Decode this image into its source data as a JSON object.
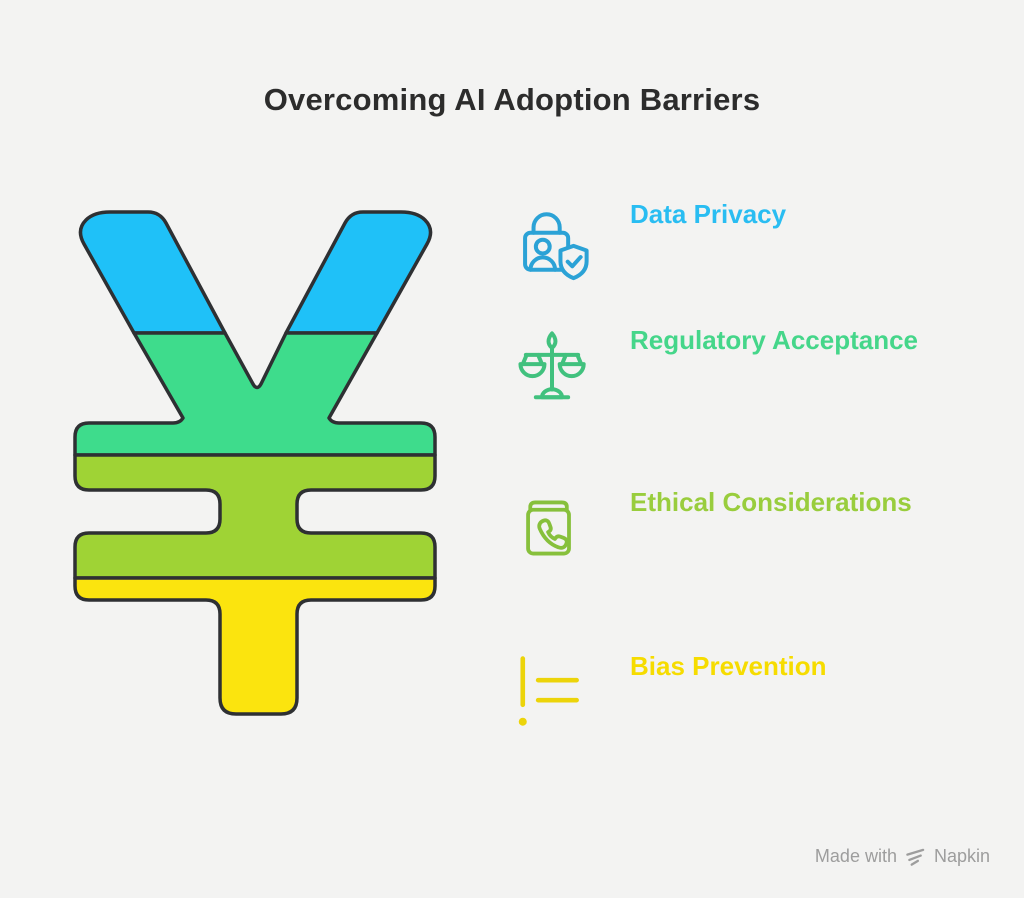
{
  "title": "Overcoming AI Adoption Barriers",
  "background_color": "#f3f3f2",
  "outline_color": "#2e3033",
  "symbol": {
    "name": "yen-currency-sign",
    "bands": [
      {
        "label": "Data Privacy",
        "color": "#1fc1f8"
      },
      {
        "label": "Regulatory Acceptance",
        "color": "#3edc8c"
      },
      {
        "label": "Ethical Considerations",
        "color": "#9fd335"
      },
      {
        "label": "Bias Prevention",
        "color": "#fbe40e"
      }
    ]
  },
  "items": [
    {
      "label": "Data Privacy",
      "color": "#29bdf2",
      "icon": "privacy-lock-shield-icon",
      "icon_color": "#2ba2d6"
    },
    {
      "label": "Regulatory Acceptance",
      "color": "#45d68a",
      "icon": "justice-scales-icon",
      "icon_color": "#41c17e"
    },
    {
      "label": "Ethical Considerations",
      "color": "#99cd3d",
      "icon": "contact-book-icon",
      "icon_color": "#87c03c"
    },
    {
      "label": "Bias Prevention",
      "color": "#f6dc00",
      "icon": "exclamation-list-icon",
      "icon_color": "#ecd40a"
    }
  ],
  "watermark": {
    "prefix": "Made with",
    "brand": "Napkin",
    "color": "#9d9d9d"
  }
}
